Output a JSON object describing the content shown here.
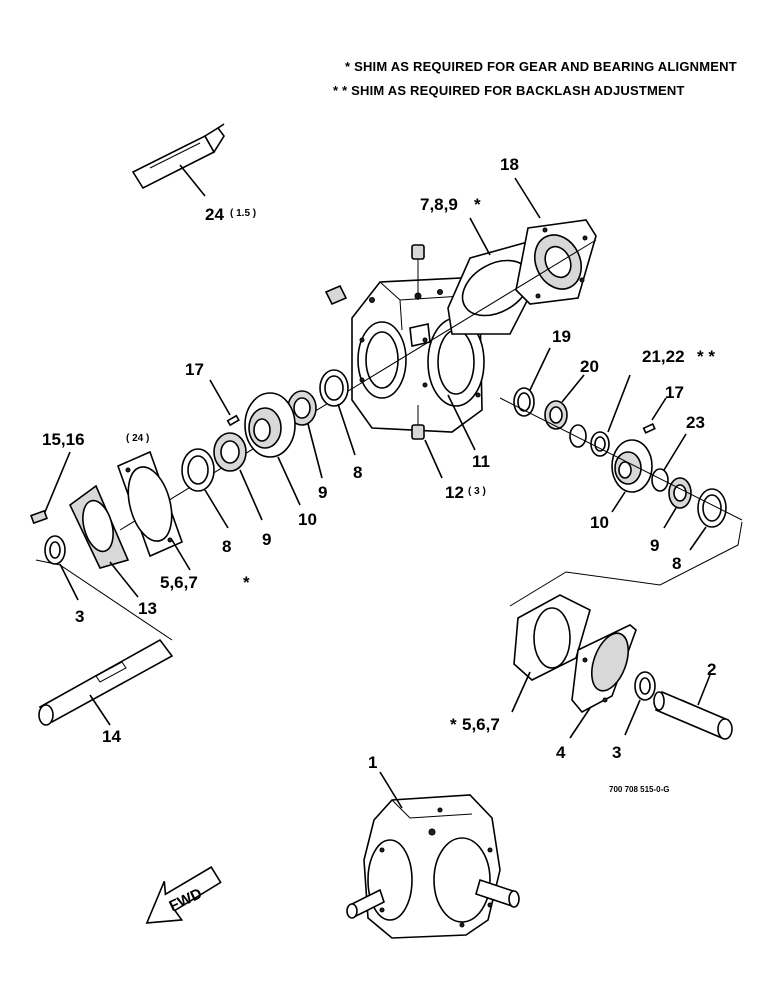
{
  "notes": {
    "single": "SHIM AS REQUIRED FOR GEAR AND BEARING ALIGNMENT",
    "double": "SHIM AS REQUIRED FOR BACKLASH ADJUSTMENT",
    "single_mark": "*",
    "double_mark": "* *"
  },
  "fwd_label": "FWD",
  "drawing_number": "700 708 515-0-G",
  "callouts": {
    "c1": "1",
    "c2": "2",
    "c3a": "3",
    "c3b": "3",
    "c4": "4",
    "c567a": "5,6,7",
    "c567a_mark": "*",
    "c567b": "5,6,7",
    "c567b_mark": "*",
    "c789": "7,8,9",
    "c789_mark": "*",
    "c8a": "8",
    "c8b": "8",
    "c8c": "8",
    "c9a": "9",
    "c9b": "9",
    "c9c": "9",
    "c10a": "10",
    "c10b": "10",
    "c11": "11",
    "c12": "12",
    "c12_qty": "( 3 )",
    "c13": "13",
    "c14": "14",
    "c1516": "15,16",
    "c1516_qty": "( 24 )",
    "c17a": "17",
    "c17b": "17",
    "c18": "18",
    "c19": "19",
    "c20": "20",
    "c2122": "21,22",
    "c2122_mark": "* *",
    "c23": "23",
    "c24": "24",
    "c24_qty": "( 1.5 )"
  }
}
